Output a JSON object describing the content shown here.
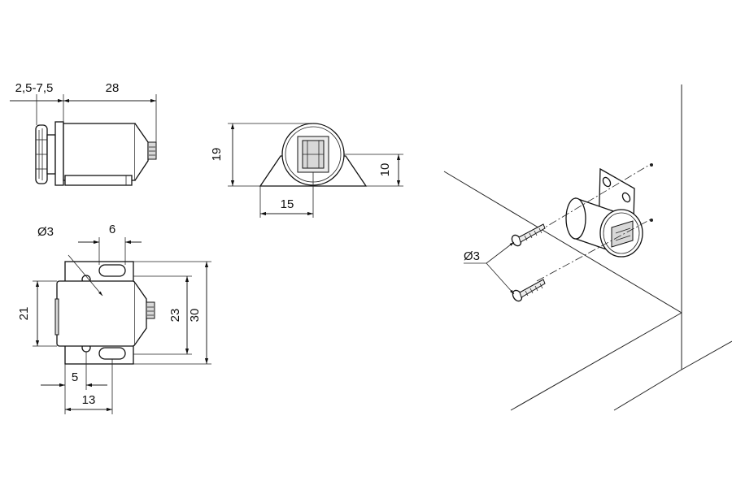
{
  "side_view": {
    "dim_range": "2,5-7,5",
    "dim_length": "28"
  },
  "front_view": {
    "dim_height": "19",
    "dim_base_height": "10",
    "dim_half_width": "15"
  },
  "top_view": {
    "dim_hole": "Ø3",
    "dim_slot_width": "6",
    "dim_body_height": "21",
    "dim_hole_spacing": "23",
    "dim_plate_height": "30",
    "dim_hole_offset": "5",
    "dim_plate_offset": "13"
  },
  "installation_view": {
    "dim_screw": "Ø3"
  }
}
